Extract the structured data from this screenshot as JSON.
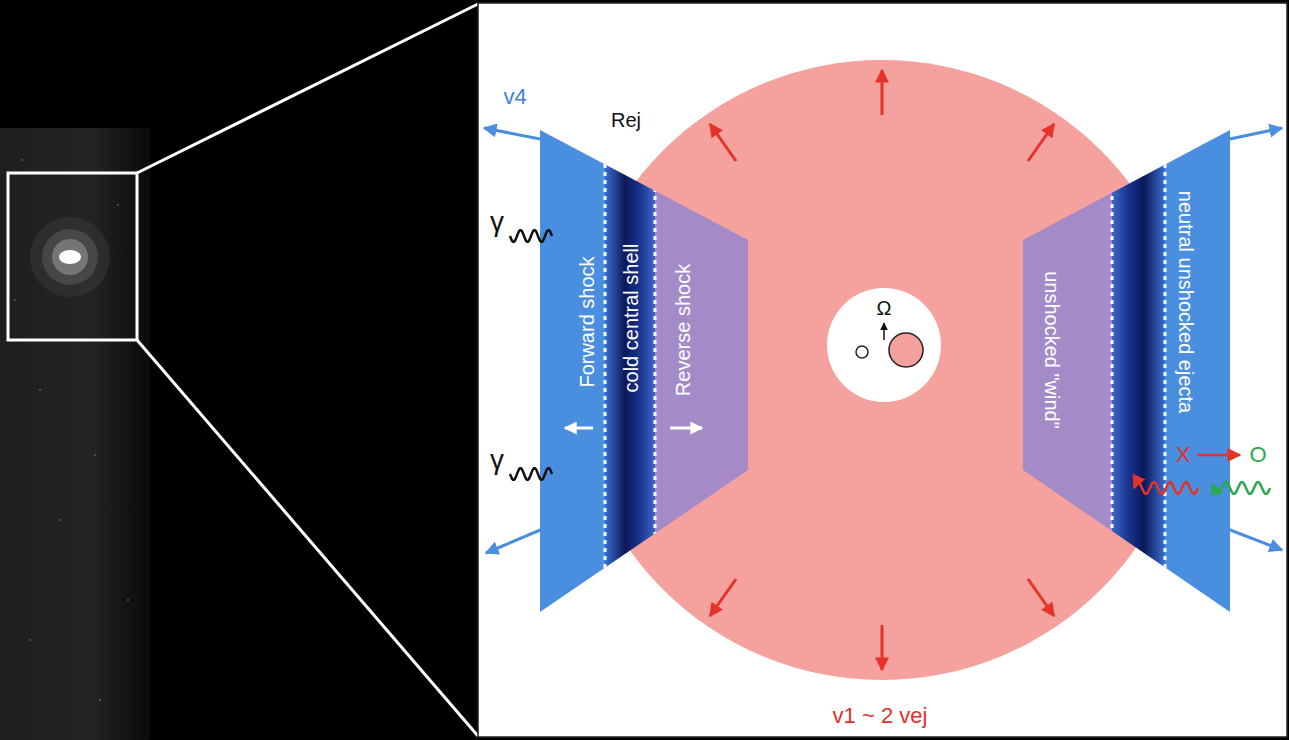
{
  "diagram": {
    "labels": [
      "v4",
      "Rej",
      "γ",
      "γ",
      "Forward shock",
      "cold central shell",
      "Reverse shock",
      "Ω",
      "unshocked \"wind\"",
      "neutral unshocked ejecta",
      "X",
      "O",
      "v1 ~ 2 vej"
    ]
  }
}
